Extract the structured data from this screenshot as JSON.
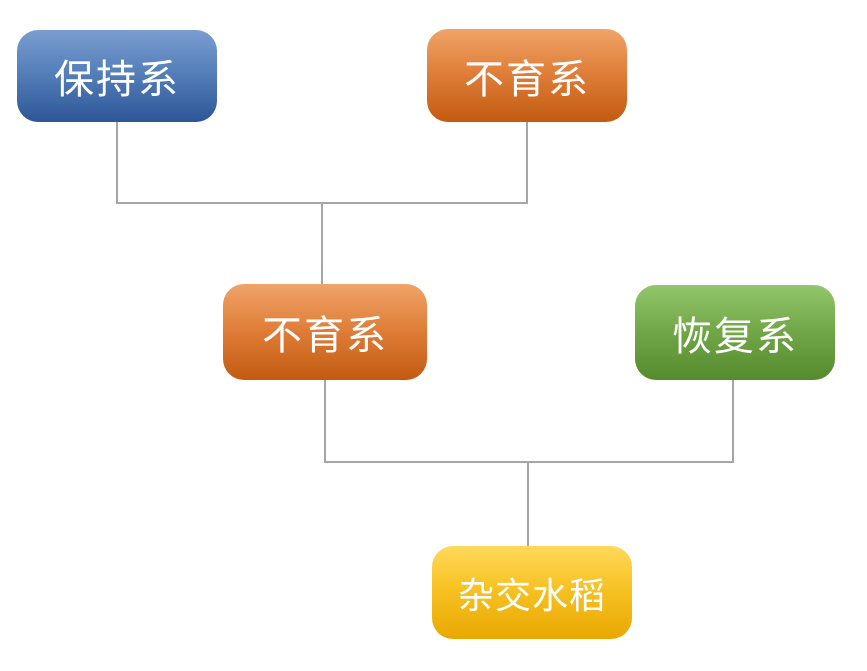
{
  "diagram": {
    "title_semantic": "hybrid-rice-breeding-flowchart",
    "background_color": "#FFFFFF",
    "connector_color": "#A6A6A6",
    "text_color": "#FFFFFF",
    "nodes": [
      {
        "id": "maintainer-line",
        "label": "保持系",
        "color_top": "#7B9DD0",
        "color_mid": "#5580BA",
        "color_bottom": "#2E5697",
        "row": 1
      },
      {
        "id": "sterile-line-top",
        "label": "不育系",
        "color_top": "#F0A469",
        "color_mid": "#E0803B",
        "color_bottom": "#C35A10",
        "row": 1
      },
      {
        "id": "sterile-line-middle",
        "label": "不育系",
        "color_top": "#F0A469",
        "color_mid": "#E0803B",
        "color_bottom": "#C35A10",
        "row": 2
      },
      {
        "id": "restorer-line",
        "label": "恢复系",
        "color_top": "#92C66C",
        "color_mid": "#74A94A",
        "color_bottom": "#548B2D",
        "row": 2
      },
      {
        "id": "hybrid-rice",
        "label": "杂交水稻",
        "color_top": "#FFD95C",
        "color_mid": "#F7C224",
        "color_bottom": "#E8A800",
        "row": 3
      }
    ],
    "edges": [
      {
        "from": "maintainer-line",
        "to": "sterile-line-middle"
      },
      {
        "from": "sterile-line-top",
        "to": "sterile-line-middle"
      },
      {
        "from": "sterile-line-middle",
        "to": "hybrid-rice"
      },
      {
        "from": "restorer-line",
        "to": "hybrid-rice"
      }
    ]
  }
}
